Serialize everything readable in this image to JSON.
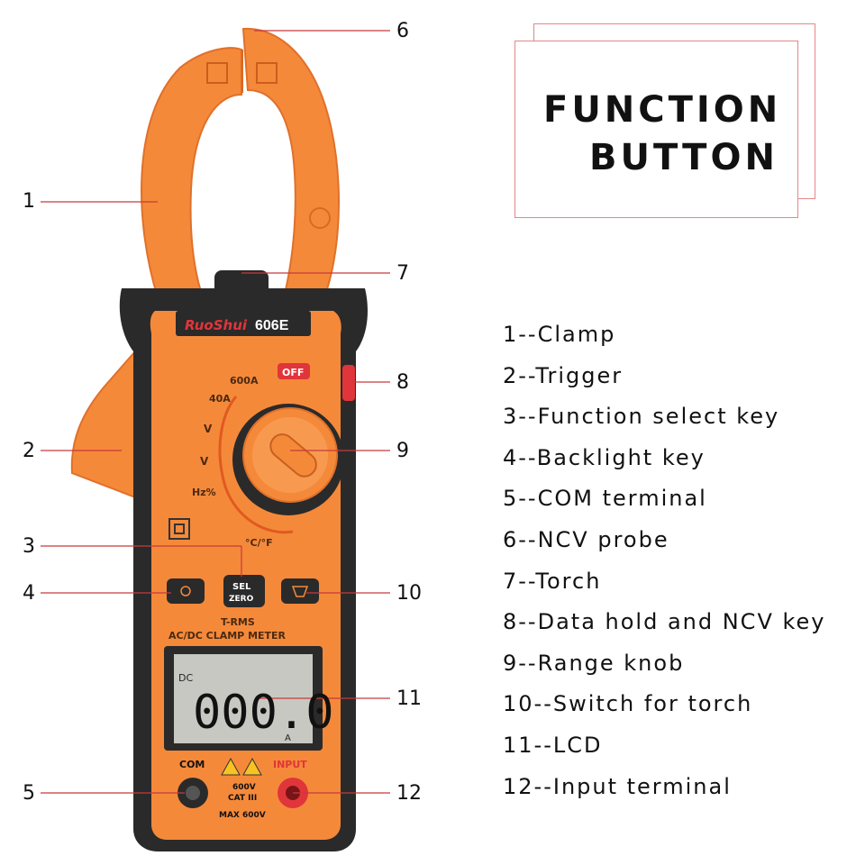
{
  "title": {
    "line1": "FUNCTION",
    "line2": "BUTTON"
  },
  "device": {
    "brand": "RuoShui",
    "model": "606E",
    "knob_labels": {
      "off": "OFF",
      "a600": "600A",
      "a40": "40A",
      "v_ac": "V",
      "v_dc": "V",
      "hz": "Hz%",
      "temp": "°C/°F"
    },
    "sel_key": {
      "line1": "SEL",
      "line2": "ZERO"
    },
    "meter_label": {
      "line1": "T-RMS",
      "line2": "AC/DC CLAMP METER"
    },
    "lcd": {
      "mode": "DC",
      "reading": "000.0",
      "unit": "A"
    },
    "terminals": {
      "com": "COM",
      "input": "INPUT",
      "rating1": "600V",
      "rating2": "CAT III",
      "rating3": "MAX 600V"
    }
  },
  "callouts": [
    "1",
    "2",
    "3",
    "4",
    "5",
    "6",
    "7",
    "8",
    "9",
    "10",
    "11",
    "12"
  ],
  "legend": [
    "1--Clamp",
    "2--Trigger",
    "3--Function select key",
    "4--Backlight key",
    "5--COM terminal",
    "6--NCV probe",
    "7--Torch",
    "8--Data hold and NCV key",
    "9--Range knob",
    "10--Switch for torch",
    "11--LCD",
    "12--Input terminal"
  ],
  "colors": {
    "orange": "#f5893a",
    "orange_dark": "#e0702a",
    "body_dark": "#2a2a2a",
    "accent_red": "#e0353a",
    "box_border": "#e3878a",
    "leader": "#c83a3a"
  }
}
